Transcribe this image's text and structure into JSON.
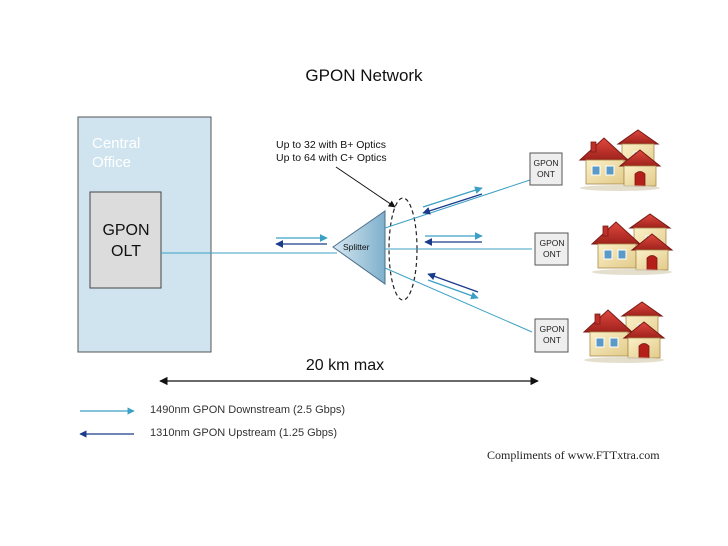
{
  "title": "GPON Network",
  "central_office": {
    "label_line1": "Central",
    "label_line2": "Office"
  },
  "olt": {
    "label_line1": "GPON",
    "label_line2": "OLT"
  },
  "optics_note": {
    "line1": "Up to 32 with B+ Optics",
    "line2": "Up to 64 with C+ Optics"
  },
  "splitter": {
    "label": "Splitter"
  },
  "onts": [
    {
      "line1": "GPON",
      "line2": "ONT"
    },
    {
      "line1": "GPON",
      "line2": "ONT"
    },
    {
      "line1": "GPON",
      "line2": "ONT"
    }
  ],
  "distance": "20 km max",
  "legend": {
    "downstream": "1490nm GPON Downstream (2.5 Gbps)",
    "upstream": "1310nm GPON Upstream (1.25 Gbps)"
  },
  "credit": "Compliments of www.FTTxtra.com",
  "colors": {
    "central_office_fill": "#cfe4ef",
    "olt_fill": "#dcdcdc",
    "downstream": "#3ca0c4",
    "upstream": "#1a3a8a",
    "splitter_fill": "#9fc3d8",
    "roof": "#c0302a",
    "wall": "#f2e3b0"
  }
}
